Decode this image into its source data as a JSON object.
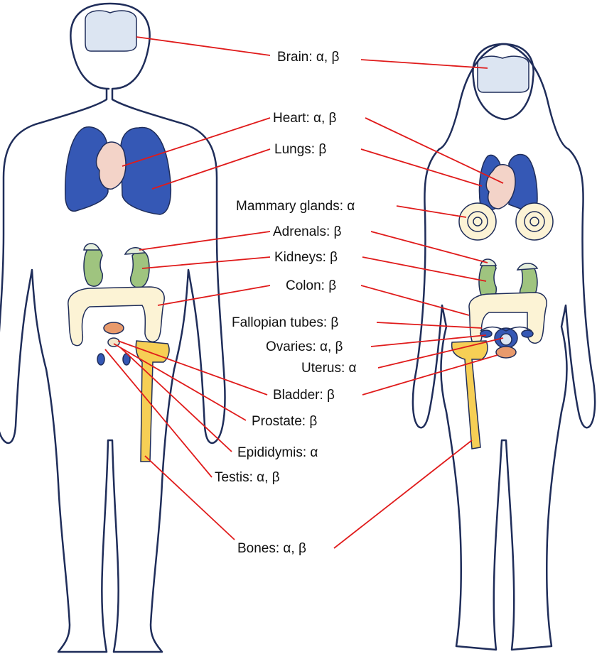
{
  "labels": {
    "brain": "Brain: α, β",
    "heart": "Heart: α, β",
    "lungs": "Lungs: β",
    "mammary": "Mammary glands: α",
    "adrenals": "Adrenals: β",
    "kidneys": "Kidneys: β",
    "colon": "Colon: β",
    "fallopian": "Fallopian tubes: β",
    "ovaries": "Ovaries: α, β",
    "uterus": "Uterus: α",
    "bladder": "Bladder: β",
    "prostate": "Prostate: β",
    "epididymis": "Epididymis: α",
    "testis": "Testis: α, β",
    "bones": "Bones: α, β"
  },
  "colors": {
    "outline": "#1f2d5a",
    "leader_line": "#e01b1b",
    "brain": "#dce5f2",
    "lungs": "#3558b5",
    "heart": "#f3d3c8",
    "kidney": "#9fc47f",
    "adrenal": "#e4eedb",
    "colon": "#fcf3d5",
    "bone": "#f6cf55",
    "bladder": "#e89a6c",
    "testis": "#3558b5"
  }
}
